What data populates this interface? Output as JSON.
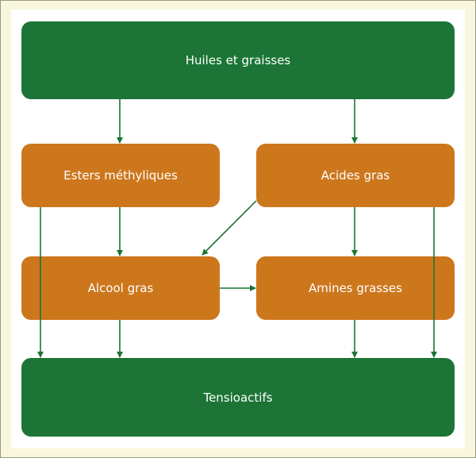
{
  "nodes": {
    "top": "Huiles et graisses",
    "esters": "Esters méthyliques",
    "acides": "Acides gras",
    "alcool": "Alcool gras",
    "amines": "Amines grasses",
    "bottom": "Tensioactifs"
  },
  "colors": {
    "green": "#1c7536",
    "orange": "#cd771d",
    "arrow": "#1c7536",
    "background": "#f8f6dc"
  }
}
